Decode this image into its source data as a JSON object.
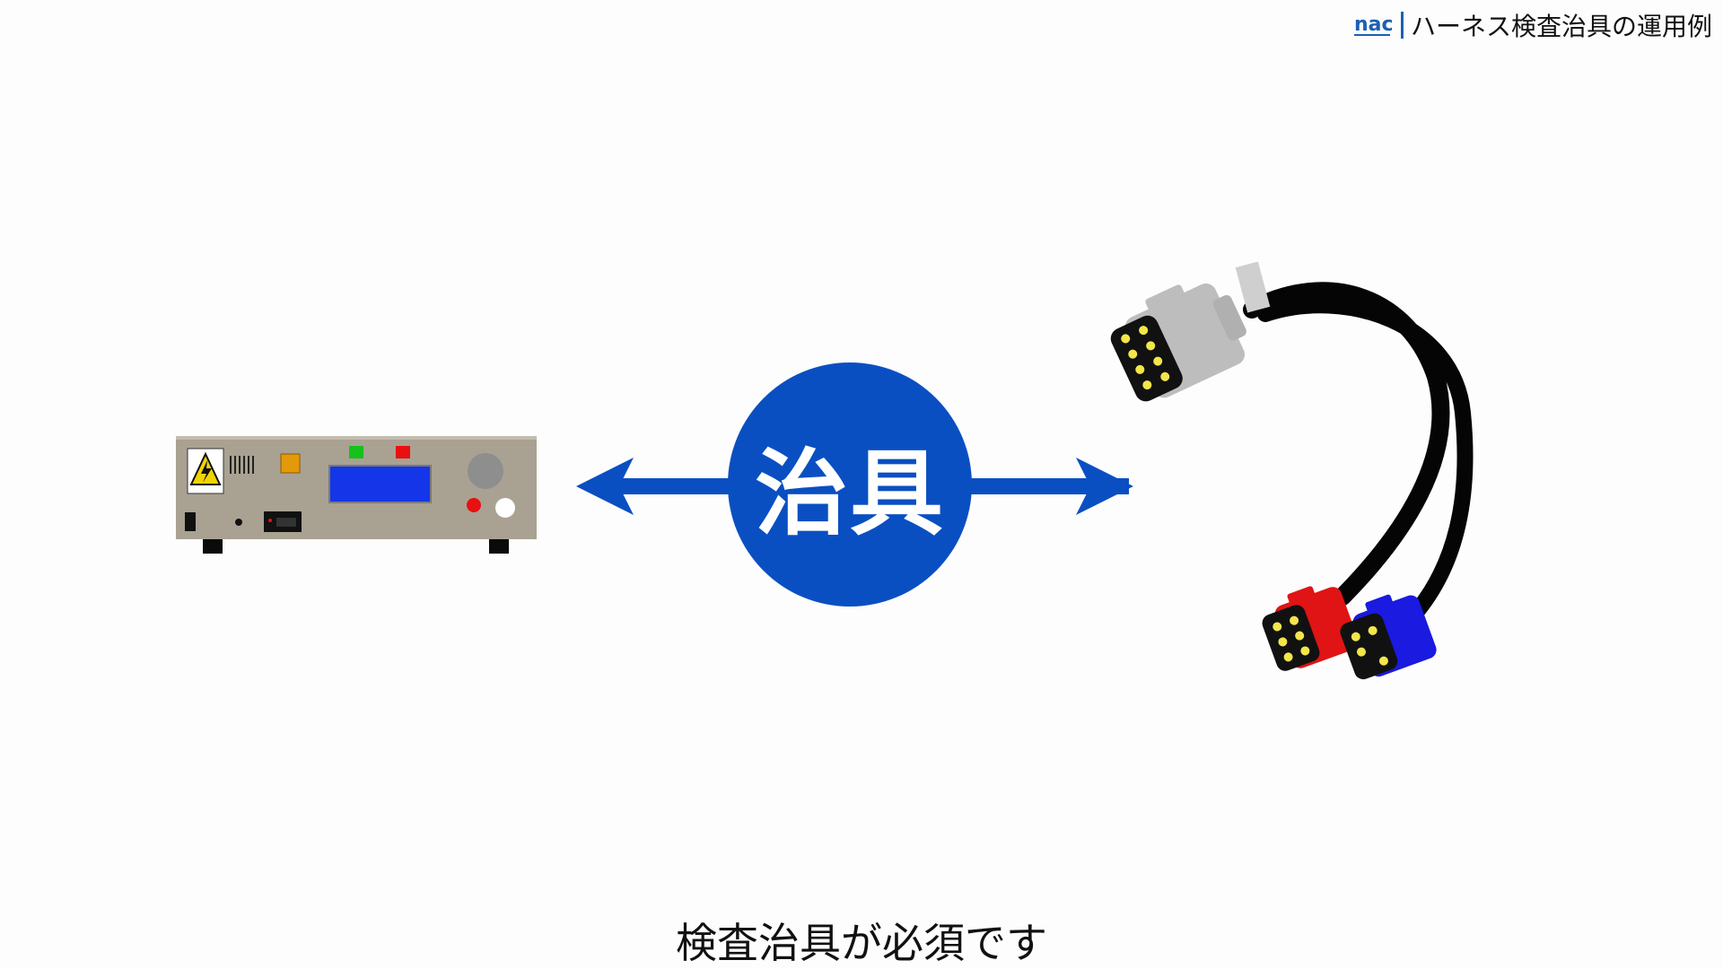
{
  "header": {
    "logo_text": "nac",
    "title": "ハーネス検査治具の運用例"
  },
  "center_label": "治具",
  "caption": "検査治具が必須です",
  "colors": {
    "accent_blue": "#0a4fc2",
    "tester_body": "#a9a292",
    "tester_display": "#1436e8",
    "connector_gray": "#bdbdbd",
    "connector_red": "#e01414",
    "connector_blue": "#1a1ae0",
    "pin_yellow": "#f2e64a",
    "cable_black": "#050505"
  },
  "icons": [
    "high-voltage-warning-icon",
    "logo-icon",
    "double-arrow-icon"
  ]
}
